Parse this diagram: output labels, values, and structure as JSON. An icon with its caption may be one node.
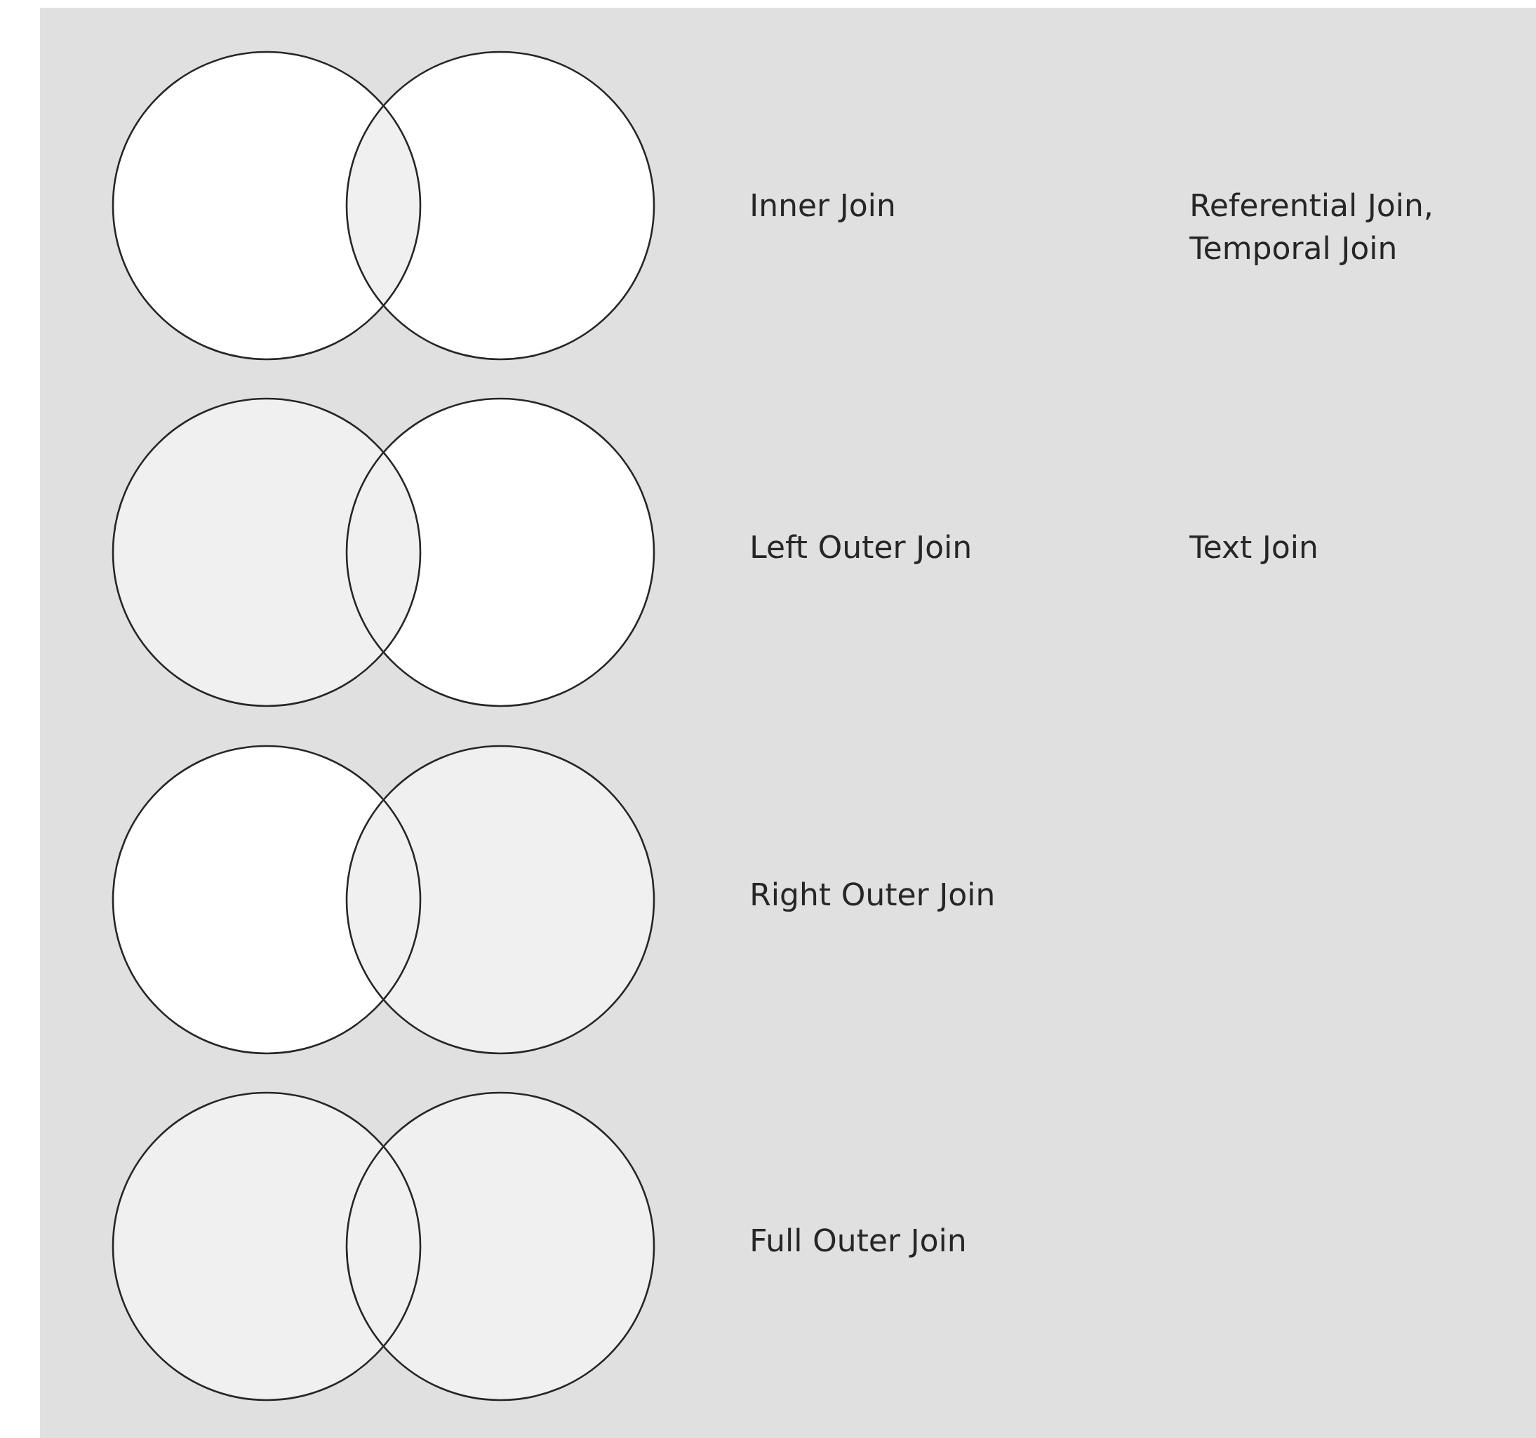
{
  "diagram": {
    "labels": [
      "Inner Join",
      "Referential Join, Temporal Join",
      "Left Outer Join",
      "Text Join",
      "Right Outer Join",
      "Full Outer Join"
    ]
  }
}
